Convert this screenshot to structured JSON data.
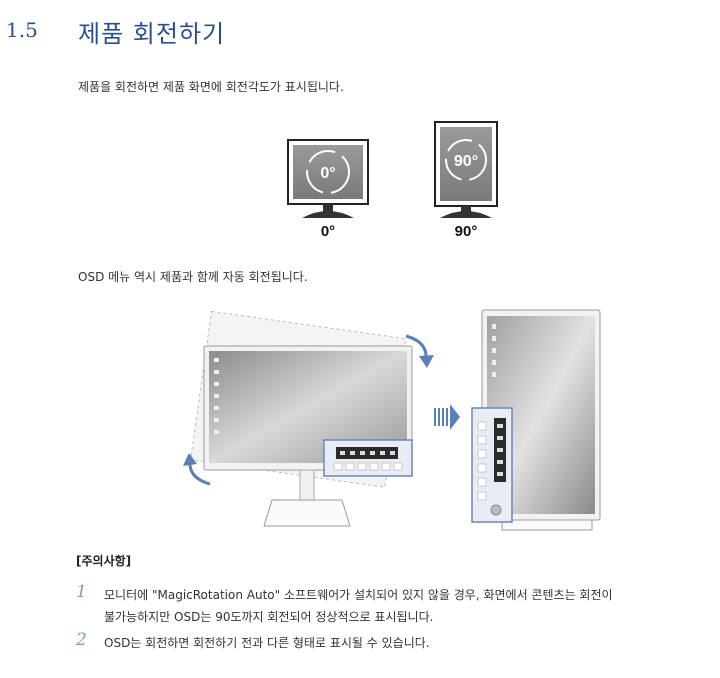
{
  "section": {
    "number": "1.5",
    "title": "제품 회전하기"
  },
  "paragraph_1": "제품을 회전하면 제품 화면에 회전각도가 표시됩니다.",
  "figure_1": {
    "left_inner_label": "0°",
    "right_inner_label": "90°",
    "left_caption": "0°",
    "right_caption": "90°"
  },
  "paragraph_2": "OSD 메뉴 역시 제품과 함께 자동 회전됩니다.",
  "notes": {
    "heading": "[주의사항]",
    "items": [
      {
        "number": "1",
        "line_1": "모니터에 \"MagicRotation Auto\" 소프트웨어가 설치되어 있지 않을 경우, 화면에서 콘텐츠는 회전이",
        "line_2": "불가능하지만 OSD는 90도까지 회전되어 정상적으로 표시됩니다."
      },
      {
        "number": "2",
        "line_1": "OSD는 회전하면 회전하기 전과 다른 형태로 표시될 수 있습니다."
      }
    ]
  },
  "colors": {
    "heading": "#2a4f8f",
    "note_number": "#7a9cc9",
    "arrow": "#5b7fb8"
  }
}
